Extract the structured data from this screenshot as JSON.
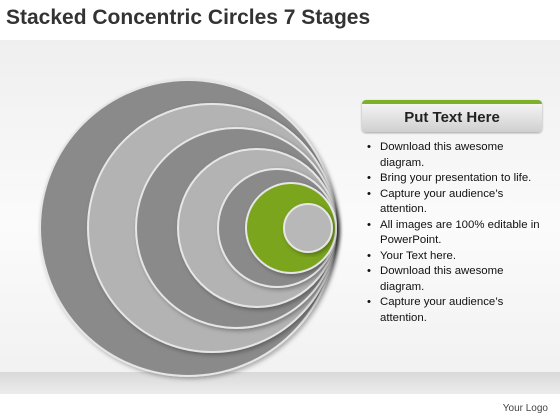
{
  "title": "Stacked Concentric Circles 7 Stages",
  "panel": {
    "header": "Put Text Here",
    "bullets": [
      "Download this awesome diagram.",
      "Bring your presentation to life.",
      "Capture your audience’s attention.",
      "All images are 100% editable in PowerPoint.",
      "Your Text here.",
      "Download this awesome diagram.",
      "Capture your audience’s attention."
    ]
  },
  "footer": "Your Logo",
  "colors": {
    "ring_dark": "#8a8a8a",
    "ring_light": "#b3b3b3",
    "ring_edge": "#e6e6e6",
    "highlight": "#7aa51f",
    "innermost": "#b8b8b8",
    "header_accent": "#7db12a"
  }
}
